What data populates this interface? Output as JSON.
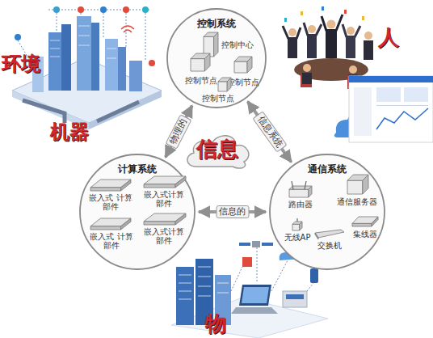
{
  "diagram": {
    "nodes": [
      {
        "text": [
          "控制系统"
        ]
      },
      {
        "text": [
          "控制中心"
        ],
        "in": 0
      },
      {
        "text": [
          "控制节点"
        ],
        "in": 0
      },
      {
        "text": [
          "控制节点"
        ],
        "in": 0
      },
      {
        "text": [
          "控制节点"
        ],
        "in": 0
      },
      {
        "text": [
          "信息"
        ]
      },
      {
        "text": [
          "计算系统"
        ]
      },
      {
        "text": [
          "嵌入式 计算部件"
        ],
        "in": 6
      },
      {
        "text": [
          "嵌入式计算 部件"
        ],
        "in": 6
      },
      {
        "text": [
          "嵌入式 计算部件"
        ],
        "in": 6
      },
      {
        "text": [
          "嵌入式计算 部件"
        ],
        "in": 6
      },
      {
        "text": [
          "通信系统"
        ]
      },
      {
        "text": [
          "路由器"
        ],
        "in": 11
      },
      {
        "text": [
          "通信服务器"
        ],
        "in": 11
      },
      {
        "text": [
          "无线AP"
        ],
        "in": 11
      },
      {
        "text": [
          "交换机"
        ],
        "in": 11
      },
      {
        "text": [
          "集线器"
        ],
        "in": 11
      }
    ],
    "edges": [
      {
        "from": 0,
        "to": 6,
        "label": "物理的",
        "arrow": "both"
      },
      {
        "from": 0,
        "to": 11,
        "label": "信息系统",
        "arrow": "both"
      },
      {
        "from": 6,
        "to": 11,
        "label": "信息的",
        "arrow": "both"
      }
    ],
    "labels": [
      "环境",
      "机器",
      "人",
      "物"
    ]
  }
}
